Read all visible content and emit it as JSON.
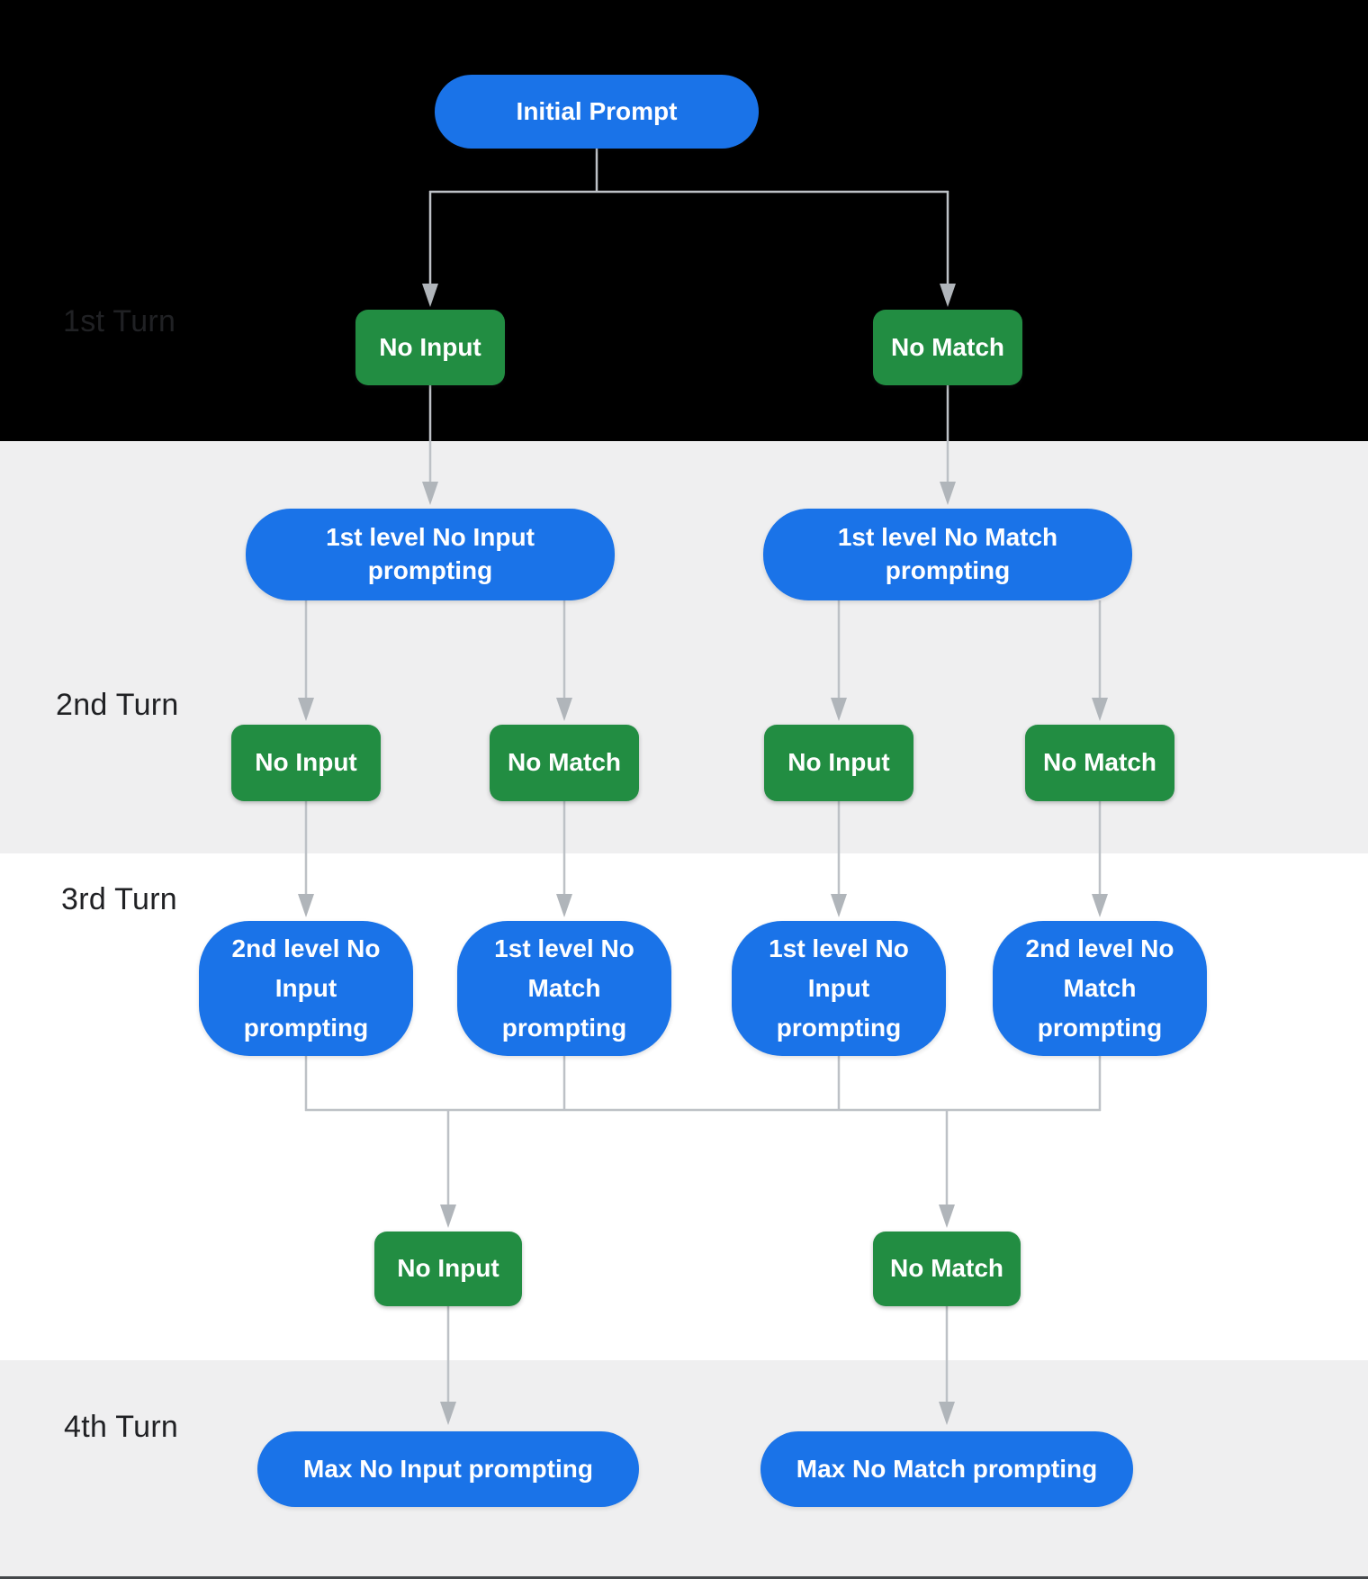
{
  "colors": {
    "background_black": "#000000",
    "band_gray": "#efeff0",
    "band_white": "#ffffff",
    "node_blue": "#1a73e8",
    "node_green": "#228d42",
    "connector_line": "#bdc1c6",
    "arrowhead": "#b0b5ba",
    "turn_label_text": "#202124",
    "node_text": "#ffffff"
  },
  "turns": [
    {
      "label": "1st Turn"
    },
    {
      "label": "2nd Turn"
    },
    {
      "label": "3rd Turn"
    },
    {
      "label": "4th Turn"
    }
  ],
  "nodes": {
    "initial_prompt": "Initial Prompt",
    "t1_no_input": "No Input",
    "t1_no_match": "No Match",
    "l1_no_input": "1st level No Input prompting",
    "l1_no_match": "1st level No Match prompting",
    "t2_no_input_1": "No Input",
    "t2_no_match_1": "No Match",
    "t2_no_input_2": "No Input",
    "t2_no_match_2": "No Match",
    "l2_no_input": "2nd level No Input prompting",
    "l1_no_match_b": "1st level No Match prompting",
    "l1_no_input_b": "1st level No Input prompting",
    "l2_no_match": "2nd level No Match prompting",
    "t3_no_input": "No Input",
    "t3_no_match": "No Match",
    "max_no_input": "Max No Input prompting",
    "max_no_match": "Max No Match prompting"
  }
}
